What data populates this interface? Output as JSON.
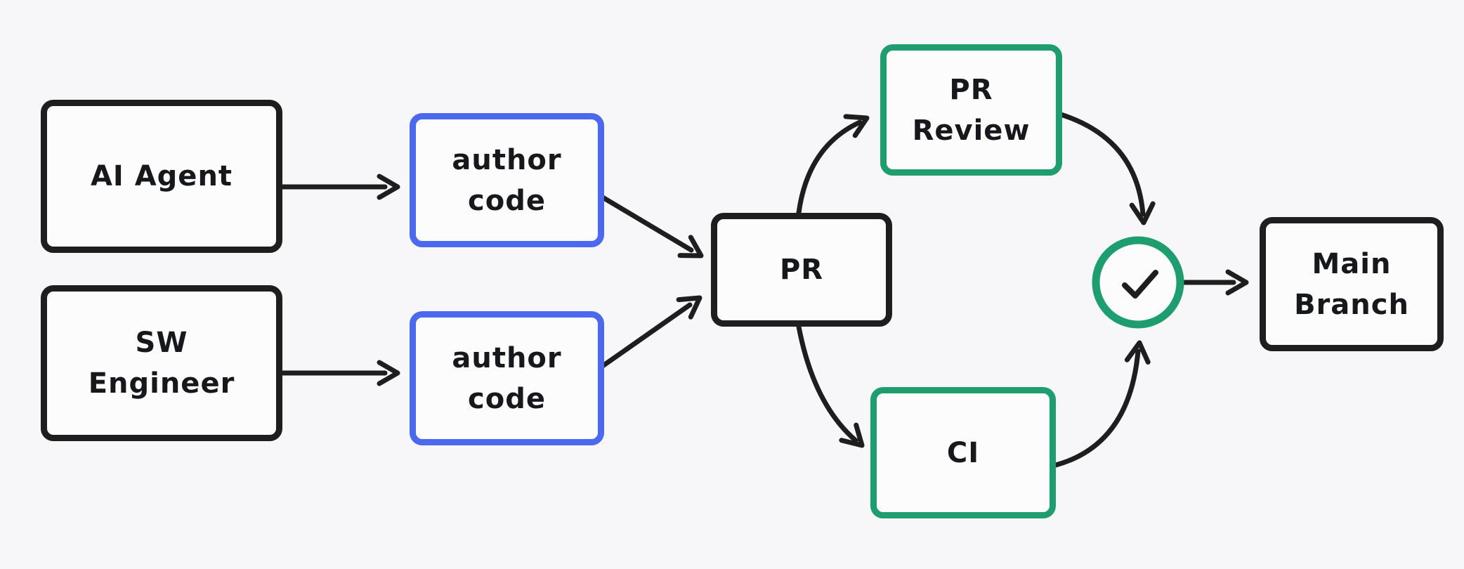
{
  "diagram": {
    "type": "flowchart",
    "style": "hand-drawn-whiteboard",
    "background_color": "#f7f7fa",
    "colors": {
      "stroke_dark": "#1e1e1e",
      "stroke_blue": "#4a69ee",
      "stroke_green": "#1e9e6e",
      "node_fill": "#fcfcfd"
    },
    "nodes": {
      "ai_agent": {
        "label": "AI Agent",
        "border": "dark"
      },
      "author_code_top": {
        "line1": "author",
        "line2": "code",
        "border": "blue"
      },
      "sw_engineer": {
        "line1": "SW",
        "line2": "Engineer",
        "border": "dark"
      },
      "author_code_bottom": {
        "line1": "author",
        "line2": "code",
        "border": "blue"
      },
      "pr": {
        "label": "PR",
        "border": "dark"
      },
      "pr_review": {
        "line1": "PR",
        "line2": "Review",
        "border": "green"
      },
      "ci": {
        "label": "CI",
        "border": "dark-text-green-border"
      },
      "check": {
        "icon": "checkmark",
        "symbol": "✓",
        "border": "green-circle"
      },
      "main_branch": {
        "line1": "Main",
        "line2": "Branch",
        "border": "dark"
      }
    },
    "edges": [
      {
        "from": "ai_agent",
        "to": "author_code_top",
        "shape": "straight"
      },
      {
        "from": "sw_engineer",
        "to": "author_code_bottom",
        "shape": "straight"
      },
      {
        "from": "author_code_top",
        "to": "pr",
        "shape": "straight"
      },
      {
        "from": "author_code_bottom",
        "to": "pr",
        "shape": "straight"
      },
      {
        "from": "pr",
        "to": "pr_review",
        "shape": "curved"
      },
      {
        "from": "pr",
        "to": "ci",
        "shape": "curved"
      },
      {
        "from": "pr_review",
        "to": "check",
        "shape": "curved"
      },
      {
        "from": "ci",
        "to": "check",
        "shape": "curved"
      },
      {
        "from": "check",
        "to": "main_branch",
        "shape": "straight"
      }
    ]
  }
}
